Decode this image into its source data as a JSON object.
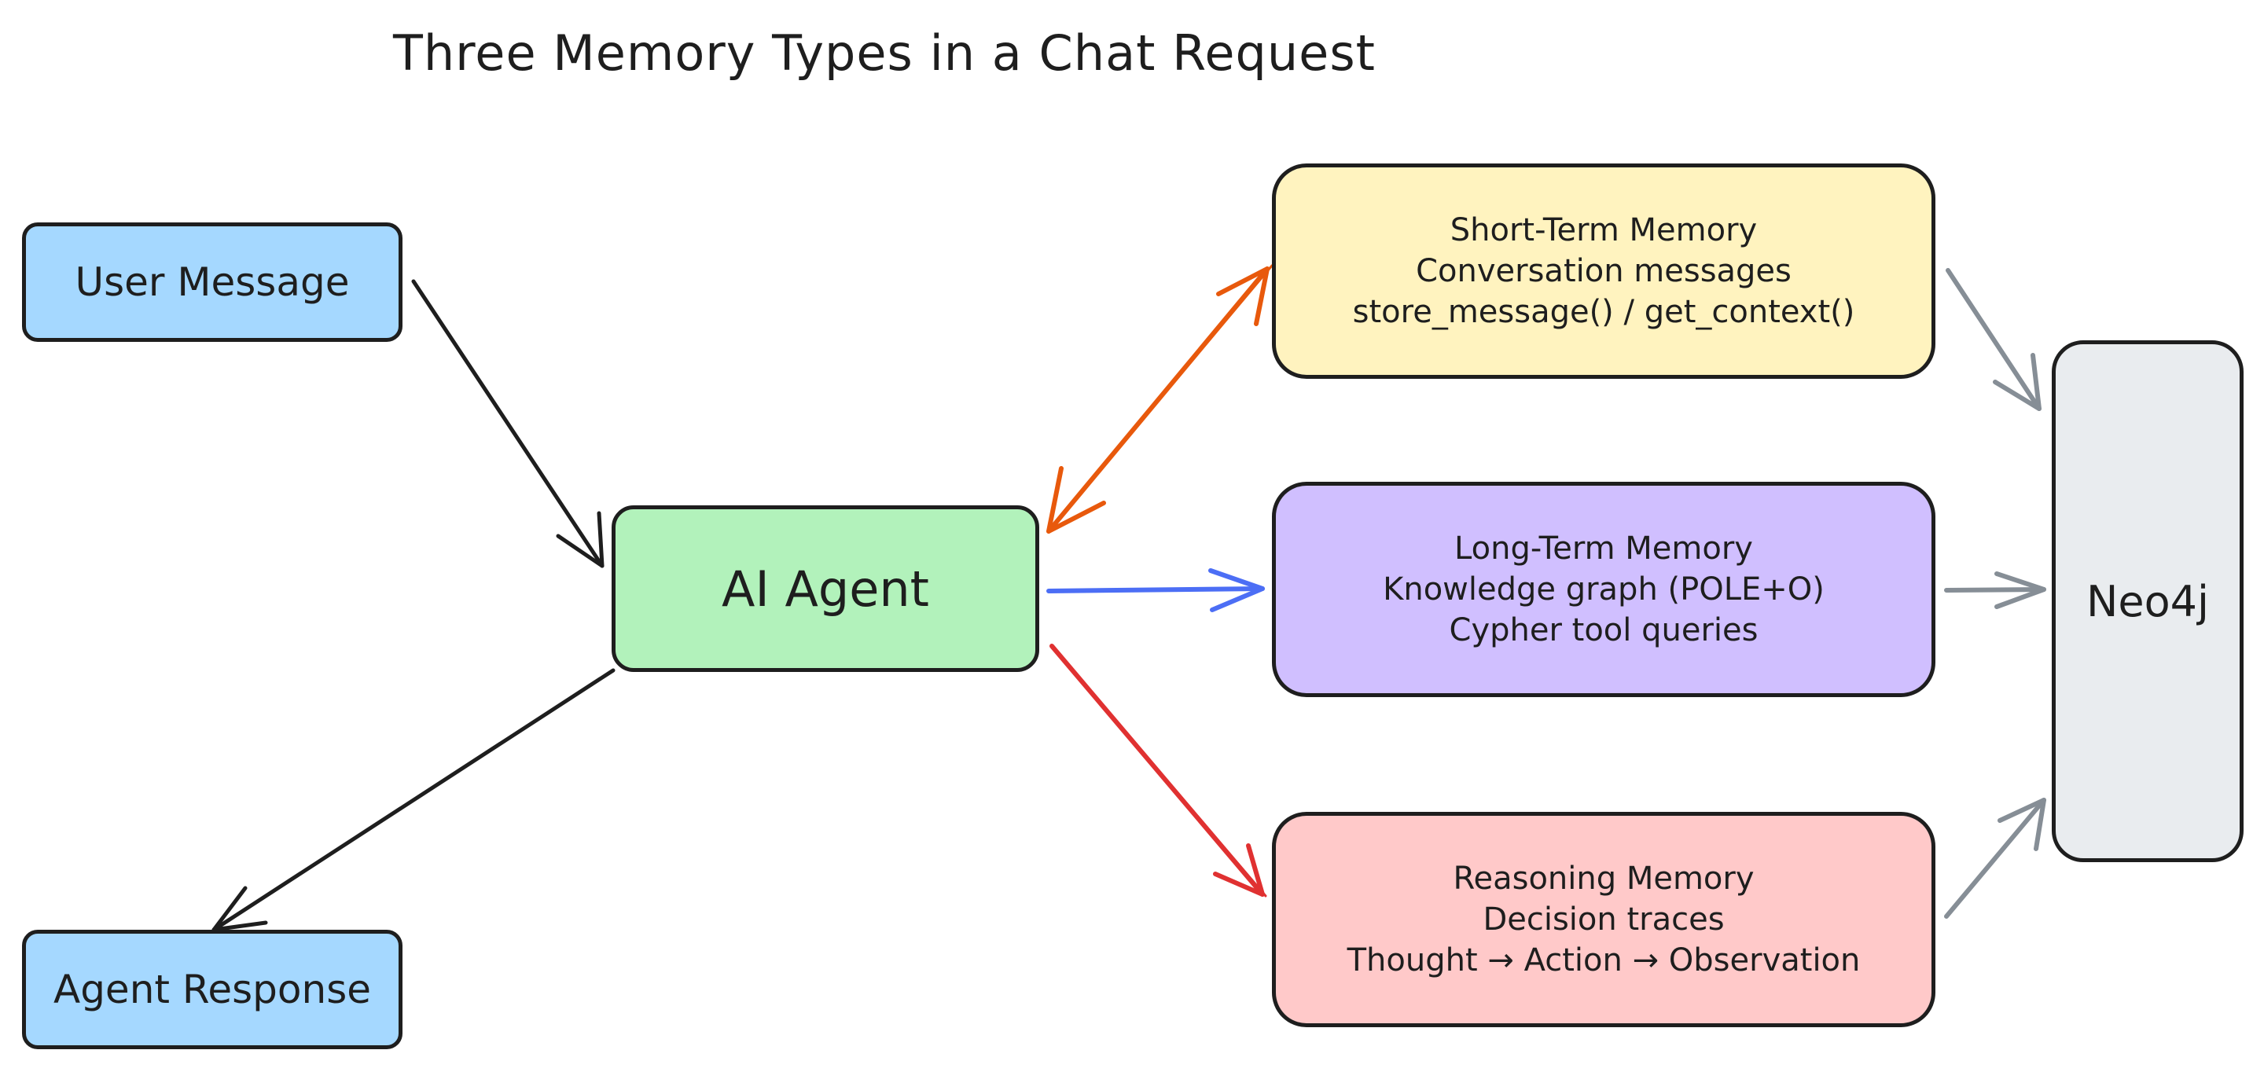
{
  "title": "Three Memory Types in a Chat Request",
  "nodes": {
    "user_message": "User Message",
    "agent_response": "Agent Response",
    "ai_agent": "AI Agent",
    "short_term": [
      "Short-Term Memory",
      "Conversation messages",
      "store_message() / get_context()"
    ],
    "long_term": [
      "Long-Term Memory",
      "Knowledge graph (POLE+O)",
      "Cypher tool queries"
    ],
    "reasoning": [
      "Reasoning Memory",
      "Decision traces",
      "Thought → Action → Observation"
    ],
    "neo4j": "Neo4j"
  },
  "colors": {
    "user_nodes": "#a5d8ff",
    "ai_agent": "#b2f2bb",
    "short_term": "#fff3bf",
    "long_term": "#d0bfff",
    "reasoning": "#ffc9c9",
    "neo4j": "#e9ecef",
    "arrow_short_term": "#e8590c",
    "arrow_long_term": "#4c6ef5",
    "arrow_reasoning": "#e03131",
    "arrow_user": "#1e1e1e",
    "arrow_neo4j": "#868e96"
  }
}
